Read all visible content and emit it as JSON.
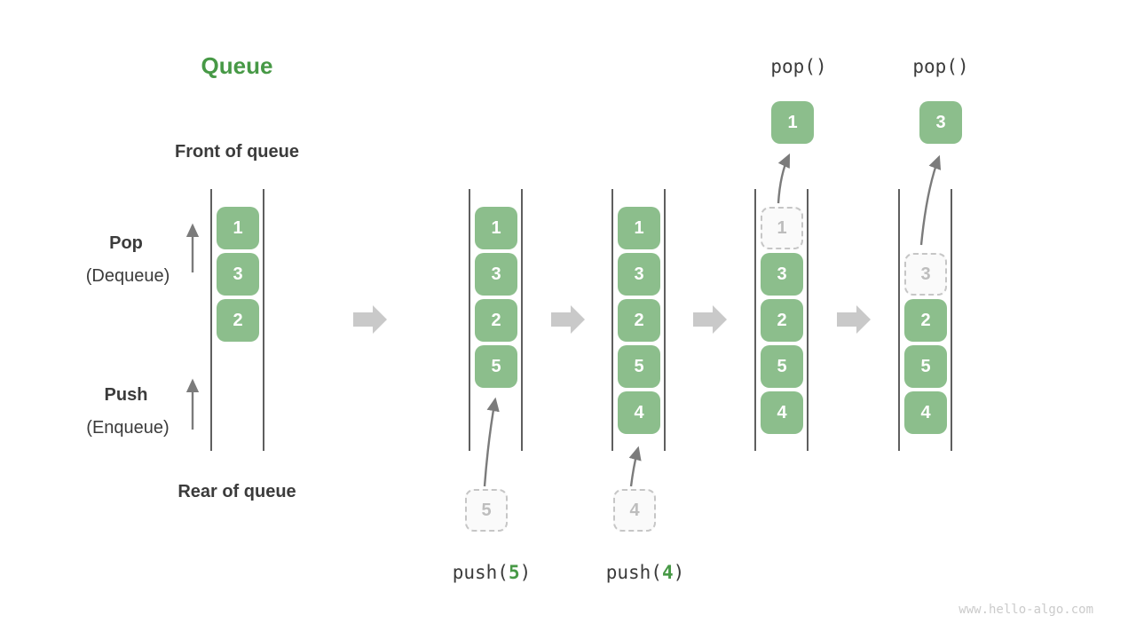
{
  "title": "Queue",
  "labels": {
    "front_of_queue": "Front of queue",
    "rear_of_queue": "Rear of queue",
    "pop": "Pop",
    "pop_sub": "(Dequeue)",
    "push": "Push",
    "push_sub": "(Enqueue)"
  },
  "queues": [
    {
      "name": "state-initial",
      "blocks": [
        {
          "value": "1"
        },
        {
          "value": "3"
        },
        {
          "value": "2"
        }
      ]
    },
    {
      "name": "state-after-push-5",
      "blocks": [
        {
          "value": "1"
        },
        {
          "value": "3"
        },
        {
          "value": "2"
        },
        {
          "value": "5"
        }
      ]
    },
    {
      "name": "state-after-push-4",
      "blocks": [
        {
          "value": "1"
        },
        {
          "value": "3"
        },
        {
          "value": "2"
        },
        {
          "value": "5"
        },
        {
          "value": "4"
        }
      ]
    },
    {
      "name": "state-after-pop-1",
      "blocks": [
        {
          "value": "1",
          "ghost": true
        },
        {
          "value": "3"
        },
        {
          "value": "2"
        },
        {
          "value": "5"
        },
        {
          "value": "4"
        }
      ]
    },
    {
      "name": "state-after-pop-3",
      "blocks": [
        {
          "value": "3",
          "ghost": true
        },
        {
          "value": "2"
        },
        {
          "value": "5"
        },
        {
          "value": "4"
        }
      ]
    }
  ],
  "operations": {
    "push_calls": [
      {
        "fn": "push(",
        "arg": "5",
        "close": ")"
      },
      {
        "fn": "push(",
        "arg": "4",
        "close": ")"
      }
    ],
    "pop_calls": [
      "pop()",
      "pop()"
    ],
    "popped_values": [
      "1",
      "3"
    ]
  },
  "watermark": "www.hello-algo.com",
  "colors": {
    "green_block": "#8CBE8C",
    "green_accent": "#479946",
    "text_dark": "#3B3B3B",
    "line_gray": "#5F5F5F",
    "arrow_gray": "#7B7B7B",
    "block_arrow_gray": "#C9C9C9",
    "ghost_border": "#C6C6C6",
    "ghost_text": "#BDBDBD",
    "watermark_gray": "#CBCBCB"
  }
}
